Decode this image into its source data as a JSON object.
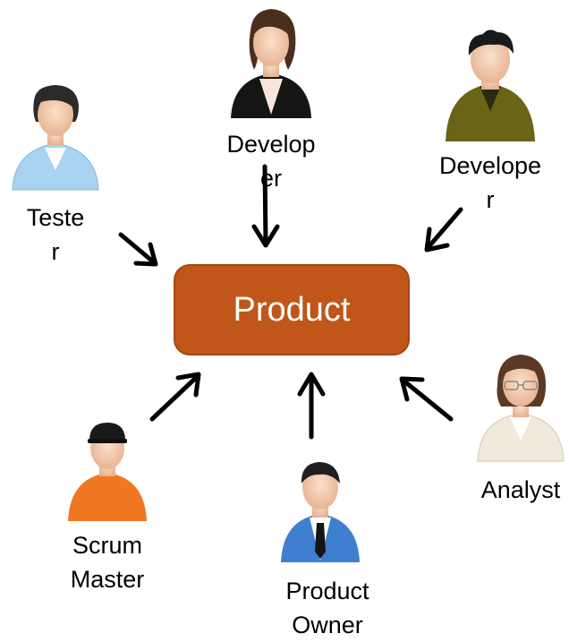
{
  "center": {
    "label": "Product",
    "fill": "#c0561a",
    "border": "#a8470f"
  },
  "roles": [
    {
      "id": "tester",
      "lines": [
        "Teste",
        "r"
      ],
      "icon": "tester-avatar-icon",
      "shirt_color": "#a9d3f0"
    },
    {
      "id": "developer-1",
      "lines": [
        "Develop",
        "er"
      ],
      "icon": "developer-avatar-icon",
      "shirt_color": "#151515"
    },
    {
      "id": "developer-2",
      "lines": [
        "Develope",
        "r"
      ],
      "icon": "developer-avatar-icon",
      "shirt_color": "#6b6417"
    },
    {
      "id": "analyst",
      "lines": [
        "Analyst"
      ],
      "icon": "analyst-avatar-icon",
      "shirt_color": "#efeadb"
    },
    {
      "id": "product-owner",
      "lines": [
        "Product",
        "Owner"
      ],
      "icon": "product-owner-avatar-icon",
      "shirt_color": "#3f7fd0"
    },
    {
      "id": "scrum-master",
      "lines": [
        "Scrum",
        "Master"
      ],
      "icon": "scrum-master-avatar-icon",
      "shirt_color": "#f07822"
    }
  ],
  "colors": {
    "arrow": "#000000",
    "skin": "#f2c8a8",
    "hair_dark": "#222222",
    "hair_brown": "#5a3a25"
  }
}
